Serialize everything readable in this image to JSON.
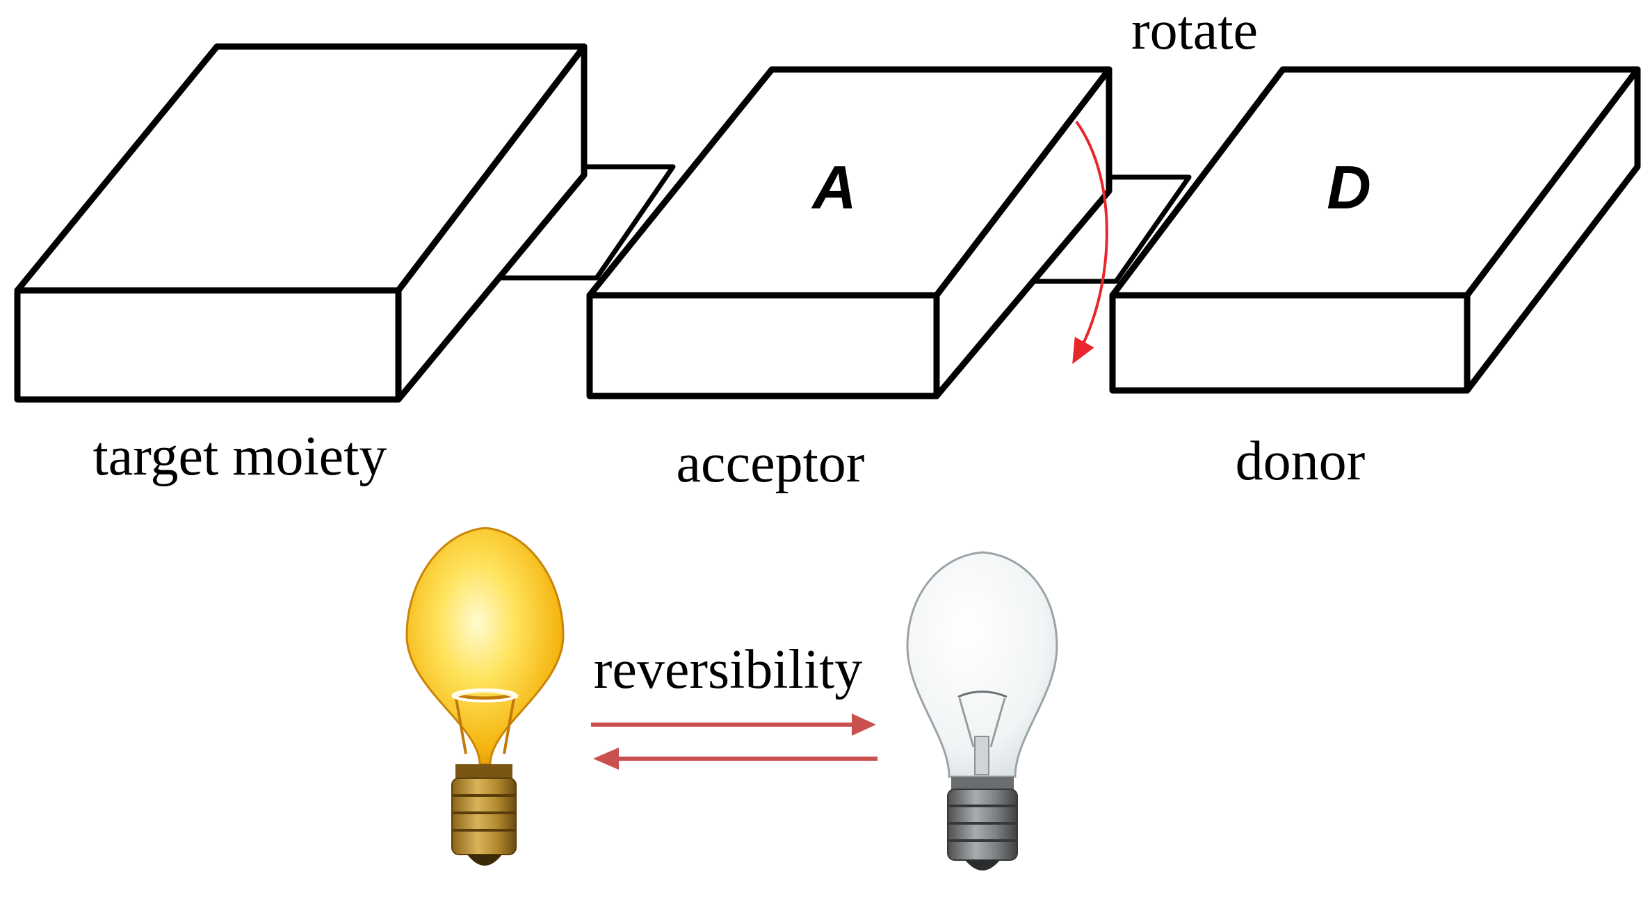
{
  "top_diagram": {
    "boxes": [
      {
        "label": "target moiety",
        "letter": ""
      },
      {
        "label": "acceptor",
        "letter": "A"
      },
      {
        "label": "donor",
        "letter": "D"
      }
    ],
    "rotate_label": "rotate",
    "rotate_arrow_color": "#e8262b"
  },
  "bottom_diagram": {
    "reversibility_label": "reversibility",
    "arrow_color": "#c9504e",
    "bulb_on_color": "#f5c21b",
    "bulb_off_color": "#f4f6f7"
  }
}
